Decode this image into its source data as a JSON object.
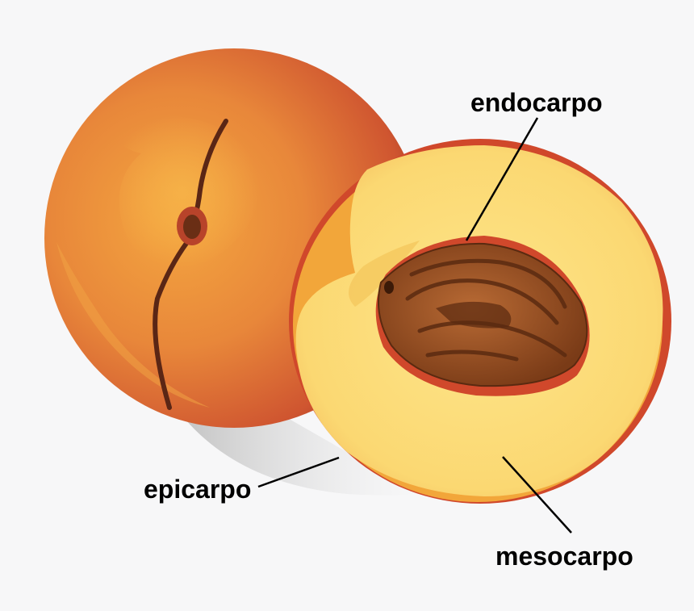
{
  "labels": {
    "endocarp": "endocarpo",
    "epicarp": "epicarpo",
    "mesocarp": "mesocarpo"
  },
  "colors": {
    "background": "#f7f7f8",
    "skin_orange": "#e8873a",
    "skin_red": "#c9482b",
    "flesh_yellow": "#fbe07e",
    "flesh_edge": "#f2a63a",
    "stone_brown": "#a0592a",
    "stone_dark": "#5a2a10",
    "leader_line": "#000000"
  },
  "icons": [
    "peach-whole-icon",
    "peach-half-icon",
    "peach-stone-icon"
  ]
}
